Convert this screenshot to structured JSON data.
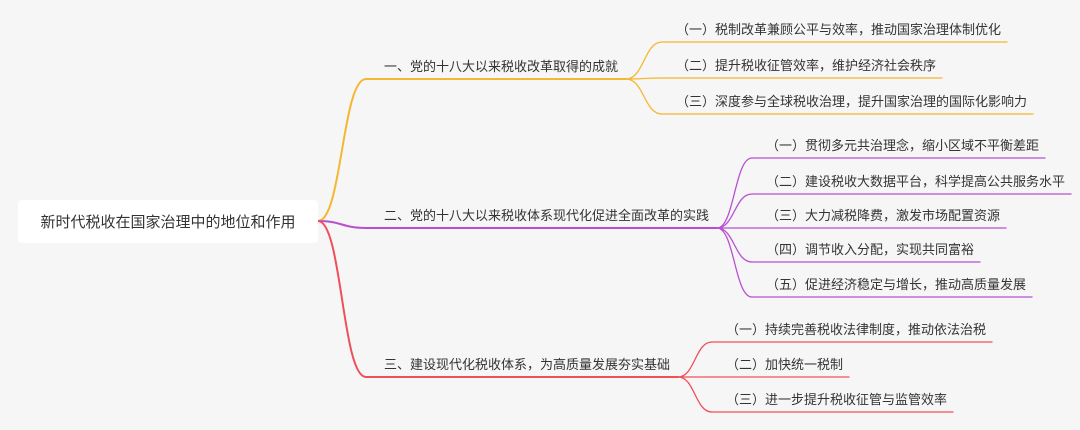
{
  "root": {
    "label": "新时代税收在国家治理中的地位和作用"
  },
  "colors": {
    "branch1": "#f5b731",
    "branch2": "#b94fd0",
    "branch3": "#ef4f5a",
    "text": "#333333",
    "background": "#f6f6f6"
  },
  "branches": [
    {
      "label": "一、党的十八大以来税收改革取得的成就",
      "children": [
        "（一）税制改革兼顾公平与效率，推动国家治理体制优化",
        "（二）提升税收征管效率，维护经济社会秩序",
        "（三）深度参与全球税收治理，提升国家治理的国际化影响力"
      ]
    },
    {
      "label": "二、党的十八大以来税收体系现代化促进全面改革的实践",
      "children": [
        "（一）贯彻多元共治理念，缩小区域不平衡差距",
        "（二）建设税收大数据平台，科学提高公共服务水平",
        "（三）大力减税降费，激发市场配置资源",
        "（四）调节收入分配，实现共同富裕",
        "（五）促进经济稳定与增长，推动高质量发展"
      ]
    },
    {
      "label": "三、建设现代化税收体系，为高质量发展夯实基础",
      "children": [
        "（一）持续完善税收法律制度，推动依法治税",
        "（二）加快统一税制",
        "（三）进一步提升税收征管与监管效率"
      ]
    }
  ]
}
